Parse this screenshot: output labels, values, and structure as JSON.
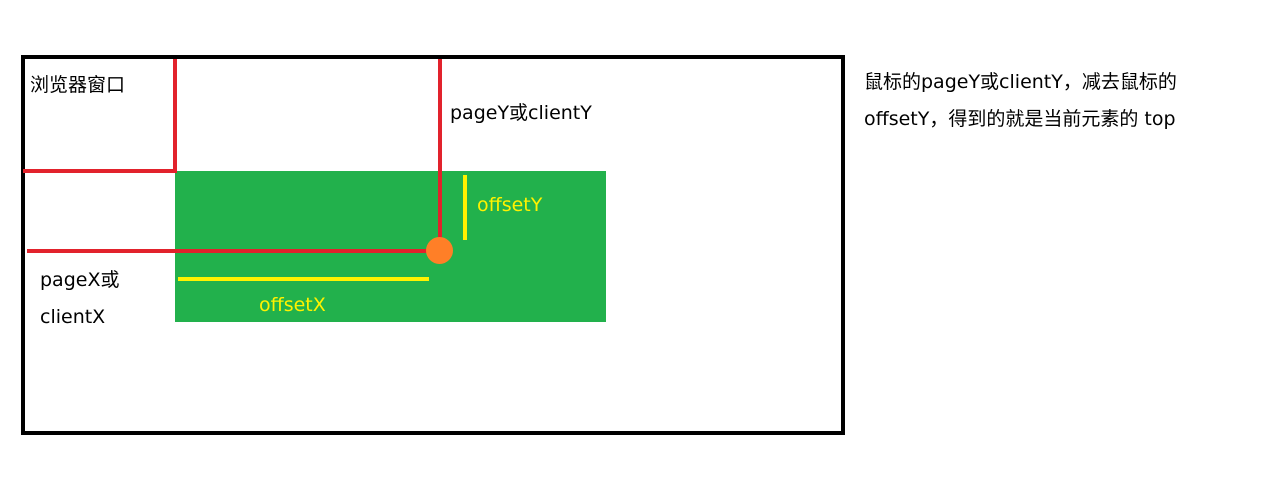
{
  "diagram": {
    "window_label": "浏览器窗口",
    "page_y_label": "pageY或clientY",
    "page_x_label_line1": "pageX或",
    "page_x_label_line2": "clientX",
    "offset_y_label": "offsetY",
    "offset_x_label": "offsetX",
    "note_line1": "鼠标的pageY或clientY，减去鼠标的",
    "note_line2": "offsetY，得到的就是当前元素的 top"
  },
  "colors": {
    "window_border": "#000000",
    "element_fill": "#22b14c",
    "page_lines": "#e2222c",
    "offset_lines": "#fff200",
    "mouse_point": "#ff7f27"
  }
}
